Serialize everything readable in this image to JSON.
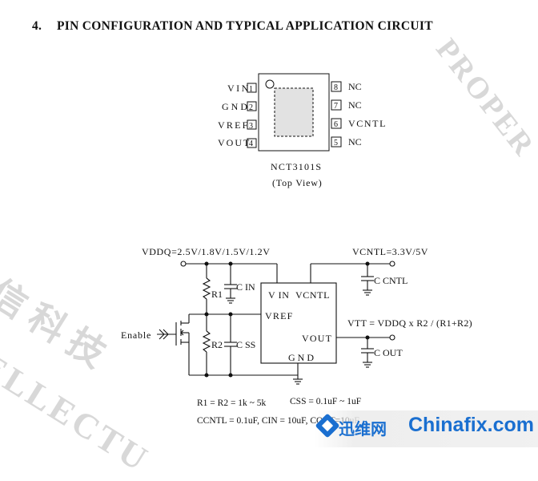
{
  "heading": {
    "number": "4.",
    "title": "PIN CONFIGURATION AND TYPICAL APPLICATION CIRCUIT"
  },
  "package": {
    "left_pins": [
      {
        "name": "VIN",
        "num": "1"
      },
      {
        "name": "GND",
        "num": "2"
      },
      {
        "name": "VREF",
        "num": "3"
      },
      {
        "name": "VOUT",
        "num": "4"
      }
    ],
    "right_pins": [
      {
        "num": "8",
        "name": "NC"
      },
      {
        "num": "7",
        "name": "NC"
      },
      {
        "num": "6",
        "name": "VCNTL"
      },
      {
        "num": "5",
        "name": "NC"
      }
    ],
    "part_number": "NCT3101S",
    "view": "(Top View)"
  },
  "circuit": {
    "vddq_label": "VDDQ=2.5V/1.8V/1.5V/1.2V",
    "vcntl_label": "VCNTL=3.3V/5V",
    "r1": "R1",
    "r2": "R2",
    "cin": "C IN",
    "css": "C SS",
    "ccntl": "C CNTL",
    "cout": "C OUT",
    "enable": "Enable",
    "ic_vin": "V IN",
    "ic_vcntl": "VCNTL",
    "ic_vref": "VREF",
    "ic_vout": "VOUT",
    "ic_gnd": "G N D",
    "vtt_eq": "VTT = VDDQ x R2 / (R1+R2)"
  },
  "notes": {
    "line1_a": "R1 = R2 = 1k ~ 5k",
    "line1_b": "CSS = 0.1uF ~ 1uF",
    "line2": "CCNTL = 0.1uF, CIN = 10uF, COUT=10uF"
  },
  "watermark": {
    "cn": "信 科 技",
    "en": "ELLECTU",
    "corner": "PROPER"
  },
  "branding": {
    "cn": "迅维网",
    "en": "Chinafix.com"
  }
}
